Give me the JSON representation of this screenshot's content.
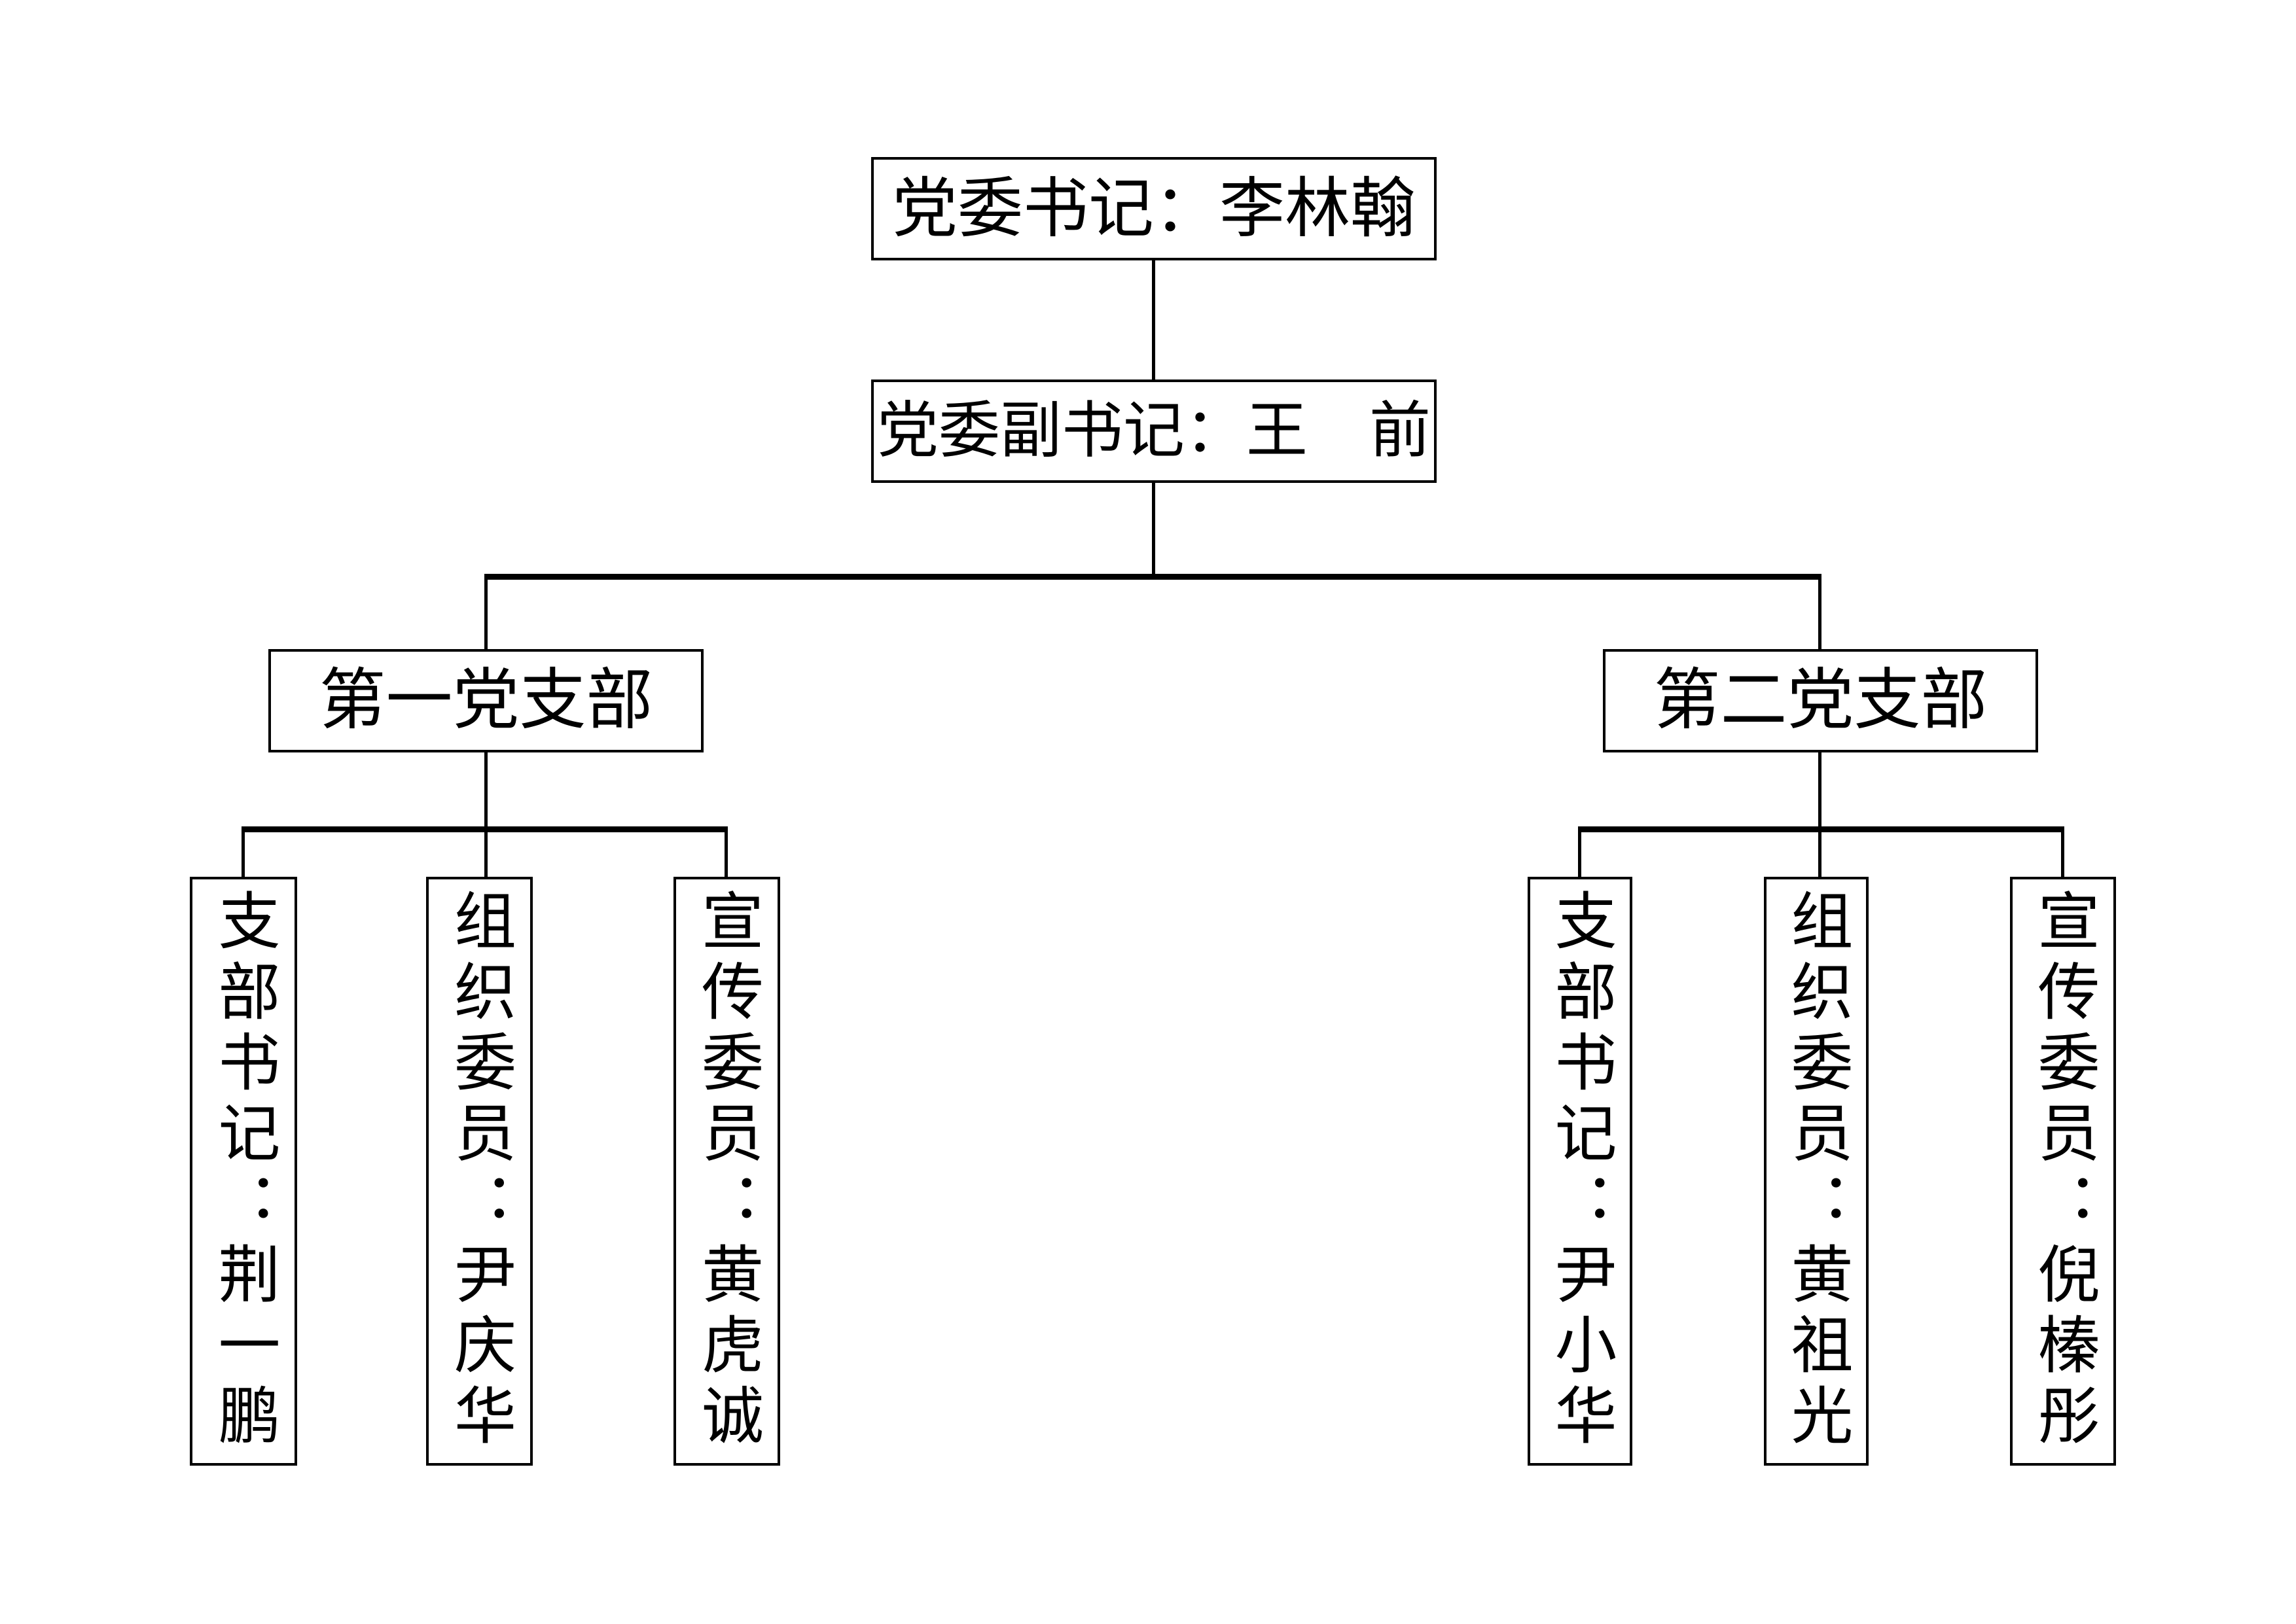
{
  "nodes": {
    "party_secretary": {
      "label": "党委书记：李林翰"
    },
    "deputy_secretary": {
      "label": "党委副书记：王　前"
    }
  },
  "branches": [
    {
      "label": "第一党支部",
      "members": [
        {
          "label": "支部书记：荆一鹏"
        },
        {
          "label": "组织委员：尹庆华"
        },
        {
          "label": "宣传委员：黄虎诚"
        }
      ]
    },
    {
      "label": "第二党支部",
      "members": [
        {
          "label": "支部书记：尹小华"
        },
        {
          "label": "组织委员：黄祖光"
        },
        {
          "label": "宣传委员：倪榛彤"
        }
      ]
    }
  ],
  "colors": {
    "line": "#000000",
    "text": "#000000",
    "background": "#ffffff"
  }
}
